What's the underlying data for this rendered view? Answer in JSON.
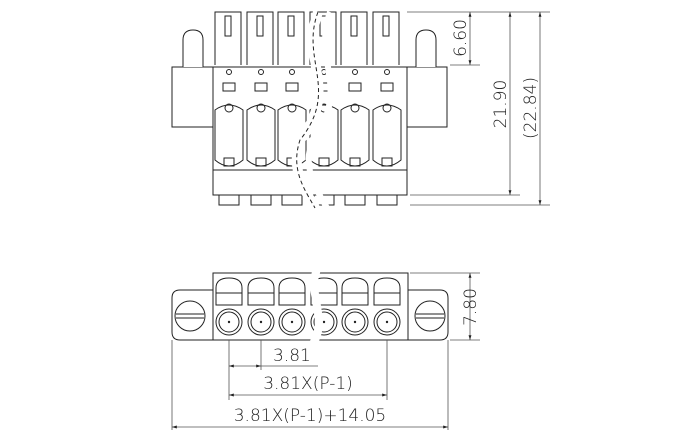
{
  "dimensions": {
    "top_tab_height": "6.60",
    "body_height": "21.90",
    "overall_height": "(22.84)",
    "bottom_height": "7.80",
    "pitch": "3.81",
    "pitch_span": "3.81X(P-1)",
    "overall_length": "3.81X(P-1)+14.05"
  },
  "colors": {
    "line": "#222222",
    "background": "#ffffff"
  }
}
